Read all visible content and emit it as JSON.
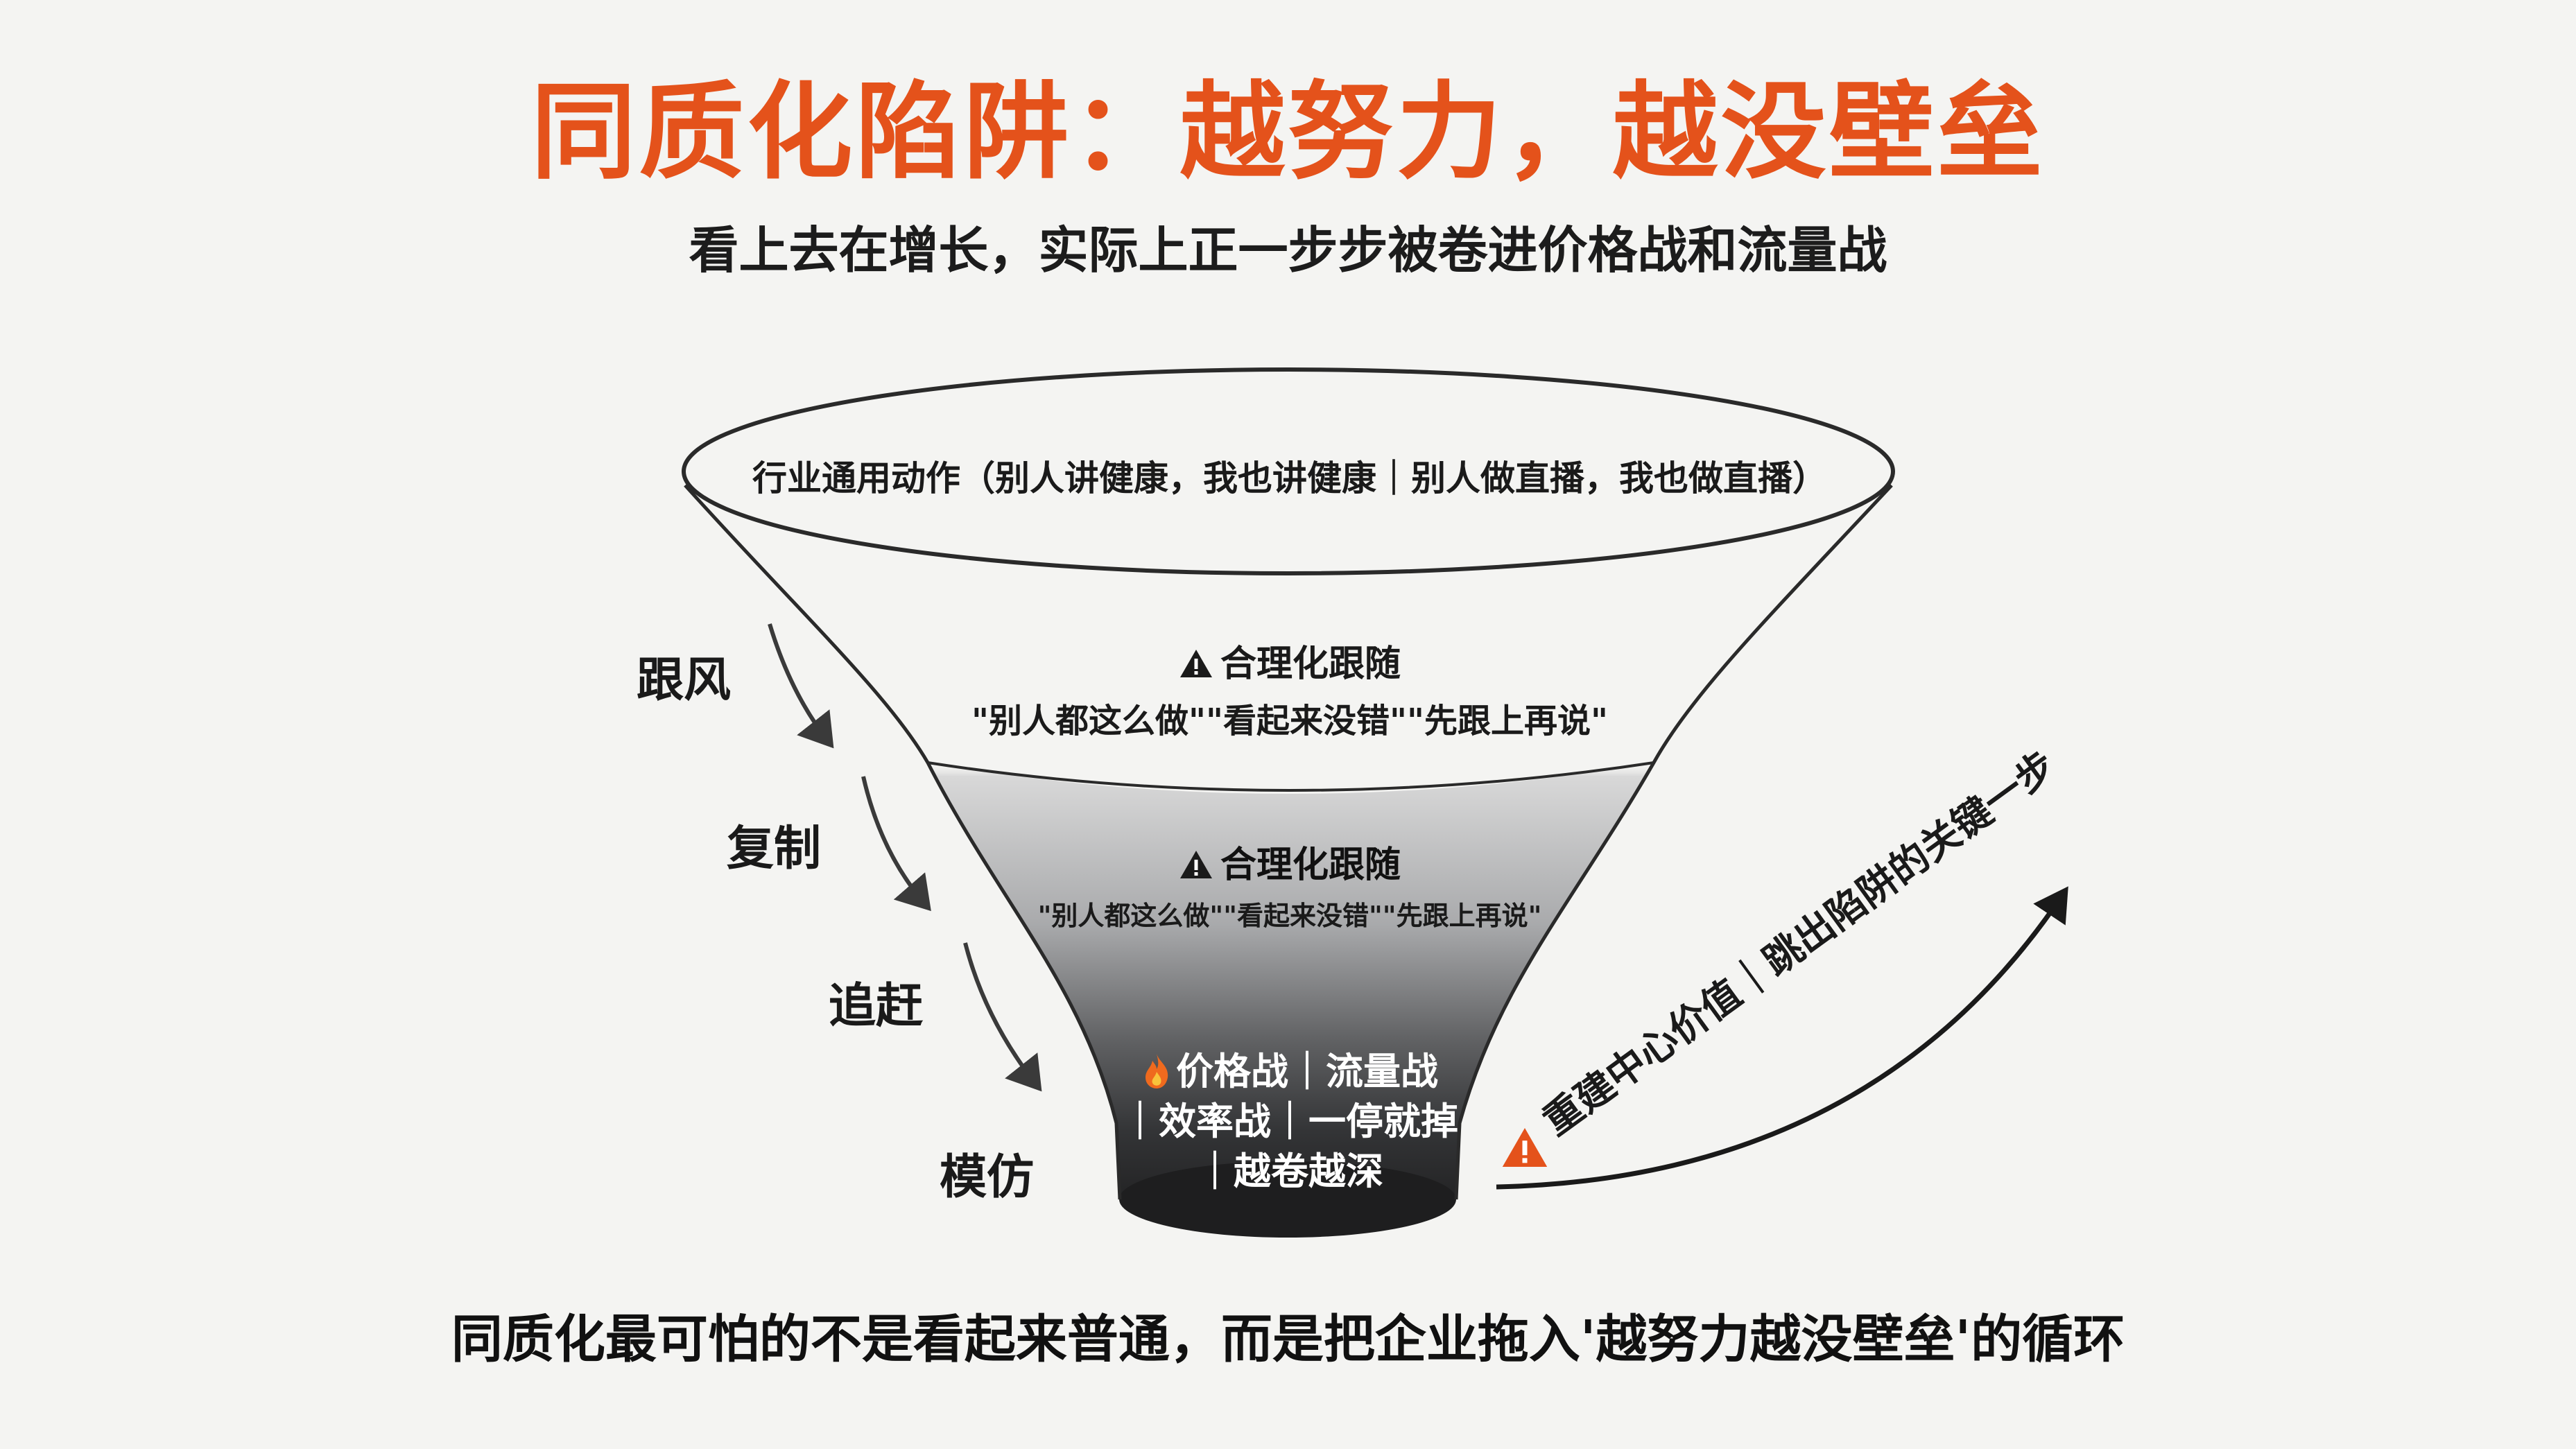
{
  "title": "同质化陷阱：越努力，越没壁垒",
  "subtitle": "看上去在增长，实际上正一步步被卷进价格战和流量战",
  "funnel": {
    "rim_text": "行业通用动作（别人讲健康，我也讲健康｜别人做直播，我也做直播）",
    "upper": {
      "heading": "合理化跟随",
      "quote": "\"别人都这么做\"\"看起来没错\"\"先跟上再说\""
    },
    "middle": {
      "heading": "合理化跟随",
      "quote": "\"别人都这么做\"\"看起来没错\"\"先跟上再说\""
    },
    "bottom": {
      "line1": "价格战｜流量战",
      "line2": "｜效率战｜一停就掉",
      "line3": "｜越卷越深"
    },
    "warn_icon": "warning-triangle-icon",
    "fire_icon": "fire-icon"
  },
  "steps": [
    "跟风",
    "复制",
    "追赶",
    "模仿"
  ],
  "exit": {
    "label": "重建中心价值｜跳出陷阱的关键一步",
    "icon": "warning-triangle-icon",
    "icon_color": "#e4521b"
  },
  "footer": "同质化最可怕的不是看起来普通，而是把企业拖入'越努力越没壁垒'的循环",
  "colors": {
    "accent": "#e4521b",
    "funnel_dark": "#1e1e1f",
    "background": "#f4f4f2"
  }
}
